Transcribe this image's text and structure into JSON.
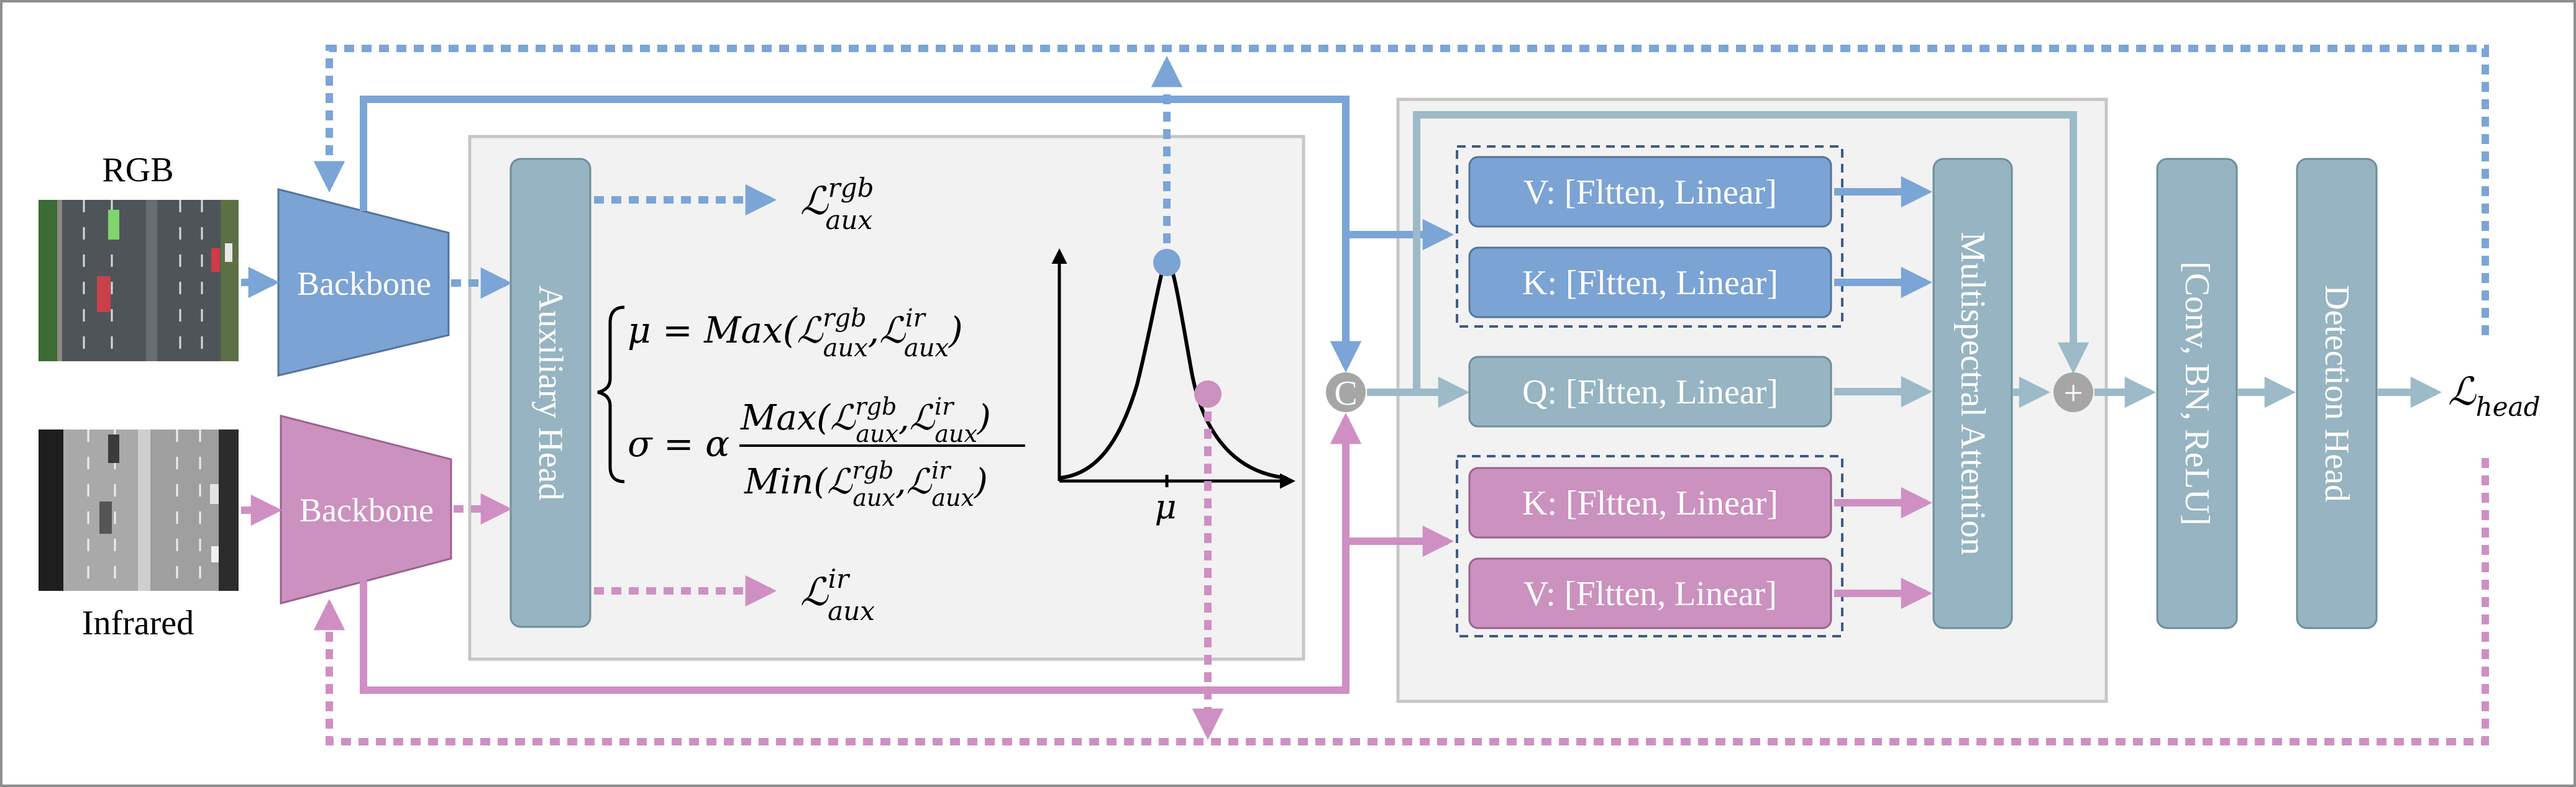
{
  "colors": {
    "rgb": "#7ba3d4",
    "rgb_arrow": "#7aa5d6",
    "ir": "#cb91bf",
    "ir_arrow": "#cf8fc3",
    "fusion": "#96b4c1",
    "fusion_arrow": "#9cbac8",
    "panel_bg": "#f2f2f2",
    "panel_border": "#c6c6c6",
    "frame_border": "#8f8f8f",
    "dash_box": "#3f5b86",
    "circle": "#a6a6a6"
  },
  "inputs": {
    "rgb_label": "RGB",
    "ir_label": "Infrared"
  },
  "backbone": {
    "rgb_label": "Backbone",
    "ir_label": "Backbone"
  },
  "aux_head": {
    "label": "Auxiliary  Head"
  },
  "losses": {
    "rgb_aux": {
      "base": "ℒ",
      "sup": "rgb",
      "sub": "aux"
    },
    "ir_aux": {
      "base": "ℒ",
      "sup": "ir",
      "sub": "aux"
    },
    "head": {
      "base": "ℒ",
      "sub": "head"
    }
  },
  "equations": {
    "mu": {
      "lhs": "μ = Max(",
      "rgb": "ℒ",
      "sep": ",",
      "ir": "ℒ",
      "close": ")"
    },
    "sigma": {
      "lhs": "σ = α",
      "num": "Max(ℒ , ℒ )",
      "den": "Min(ℒ , ℒ )",
      "sup_rgb": "rgb",
      "sup_ir": "ir",
      "sub": "aux"
    }
  },
  "gaussian": {
    "mu_label": "μ"
  },
  "fusion": {
    "concat_symbol": "C",
    "add_symbol": "+",
    "blocks": [
      {
        "label": "V: [Fltten, Linear]",
        "modality": "rgb"
      },
      {
        "label": "K: [Fltten, Linear]",
        "modality": "rgb"
      },
      {
        "label": "Q: [Fltten, Linear]",
        "modality": "fusion"
      },
      {
        "label": "K: [Fltten, Linear]",
        "modality": "ir"
      },
      {
        "label": "V: [Fltten, Linear]",
        "modality": "ir"
      }
    ],
    "attention_label": "Multispectral Attention"
  },
  "head": {
    "conv_label": "[Conv, BN, ReLU]",
    "detection_label": "Detection Head"
  }
}
